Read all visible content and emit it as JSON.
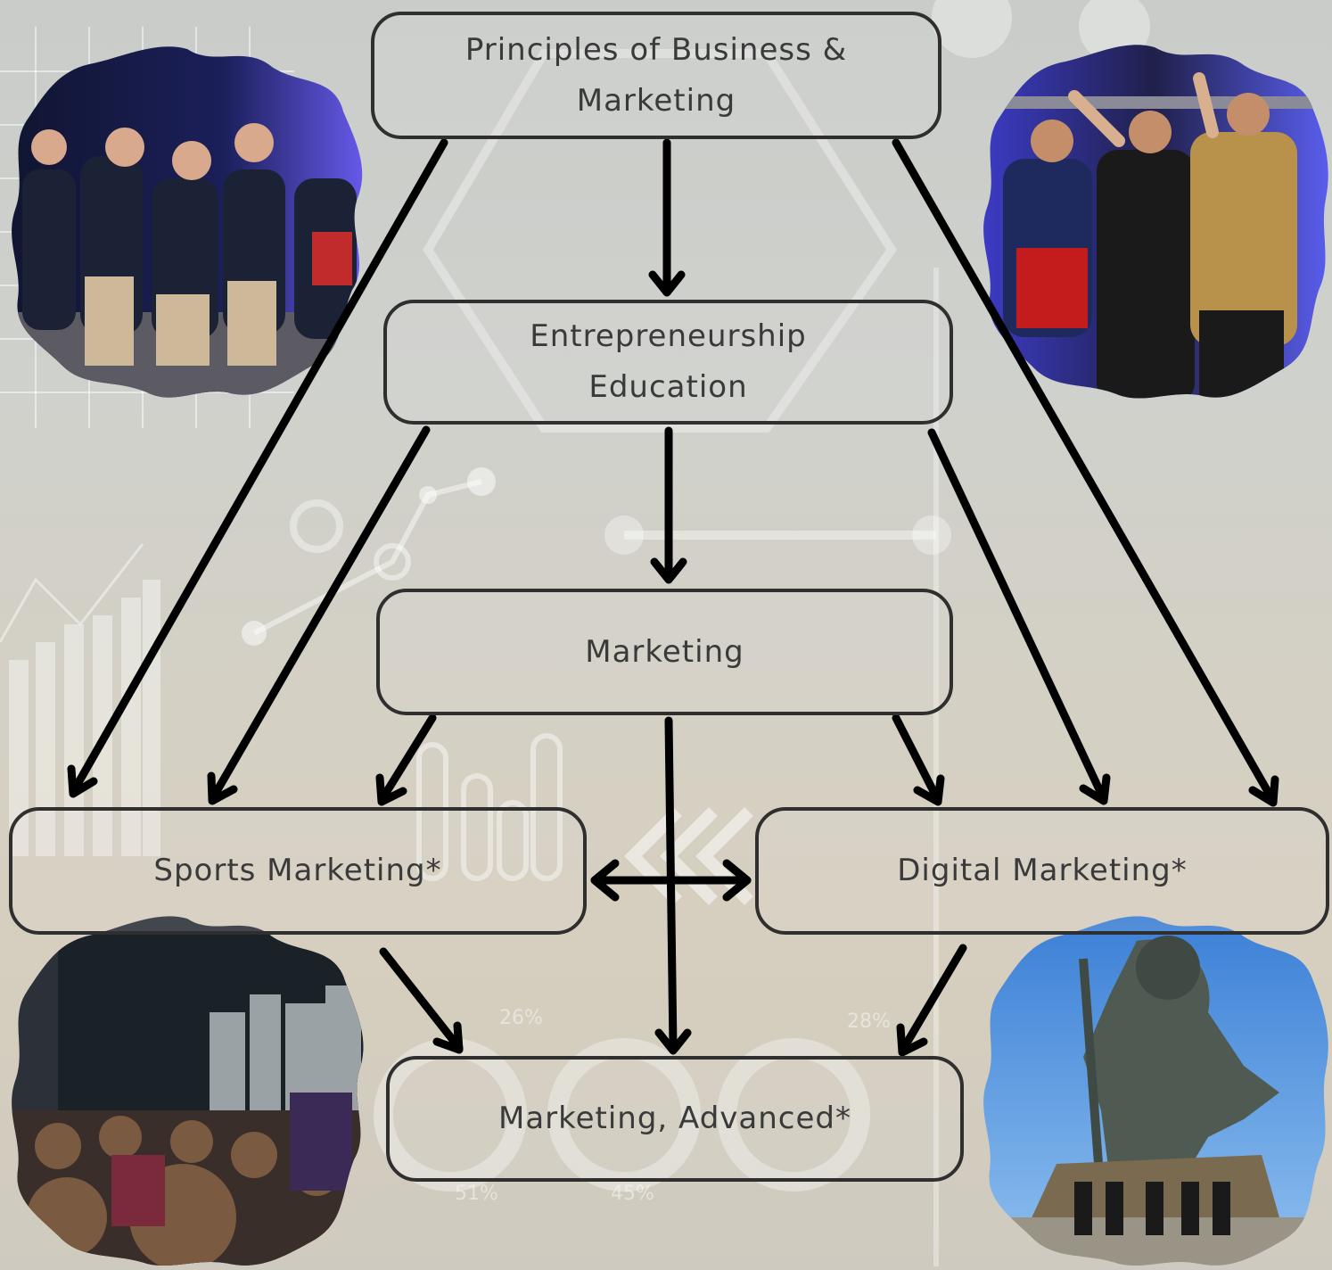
{
  "nodes": {
    "principles": "Principles of Business & Marketing",
    "entrepreneurship": "Entrepreneurship Education",
    "marketing": "Marketing",
    "sports": "Sports Marketing*",
    "digital": "Digital Marketing*",
    "advanced": "Marketing, Advanced*"
  },
  "background_labels": {
    "pct_a": "26%",
    "pct_b": "28%",
    "pct_c": "51%",
    "pct_d": "45%"
  },
  "photos": [
    {
      "icon": "team-medalists-photo"
    },
    {
      "icon": "trophy-celebration-photo"
    },
    {
      "icon": "classroom-session-photo"
    },
    {
      "icon": "neptune-statue-photo"
    }
  ],
  "colors": {
    "line": "#000000",
    "border": "#2f2f2f",
    "text": "#3a3a3a"
  }
}
